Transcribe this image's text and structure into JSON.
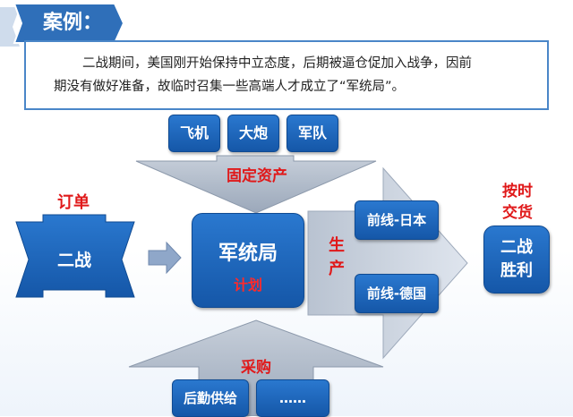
{
  "header": {
    "title": "案例："
  },
  "description": {
    "line1": "二战期间，美国刚开始保持中立态度，后期被逼仓促加入战争，因前",
    "line2": "期没有做好准备，故临时召集一些高端人才成立了“军统局”。"
  },
  "fixed_assets": {
    "label": "固定资产",
    "items": [
      "飞机",
      "大炮",
      "军队"
    ]
  },
  "order": {
    "label": "订单",
    "content": "二战"
  },
  "center": {
    "title": "军统局",
    "subtitle": "计划"
  },
  "production": {
    "label": "生产",
    "items": [
      "前线-日本",
      "前线-德国"
    ]
  },
  "deliver": {
    "label_line1": "按时",
    "label_line2": "交货",
    "result_line1": "二战",
    "result_line2": "胜利"
  },
  "purchase": {
    "label": "采购",
    "items": [
      "后勤供给",
      "……"
    ]
  },
  "colors": {
    "primary_blue": "#1a62b8",
    "accent_red": "#e0191a",
    "arrow_gray": "#a9b4c4",
    "header_blue": "#2f6fb9"
  }
}
